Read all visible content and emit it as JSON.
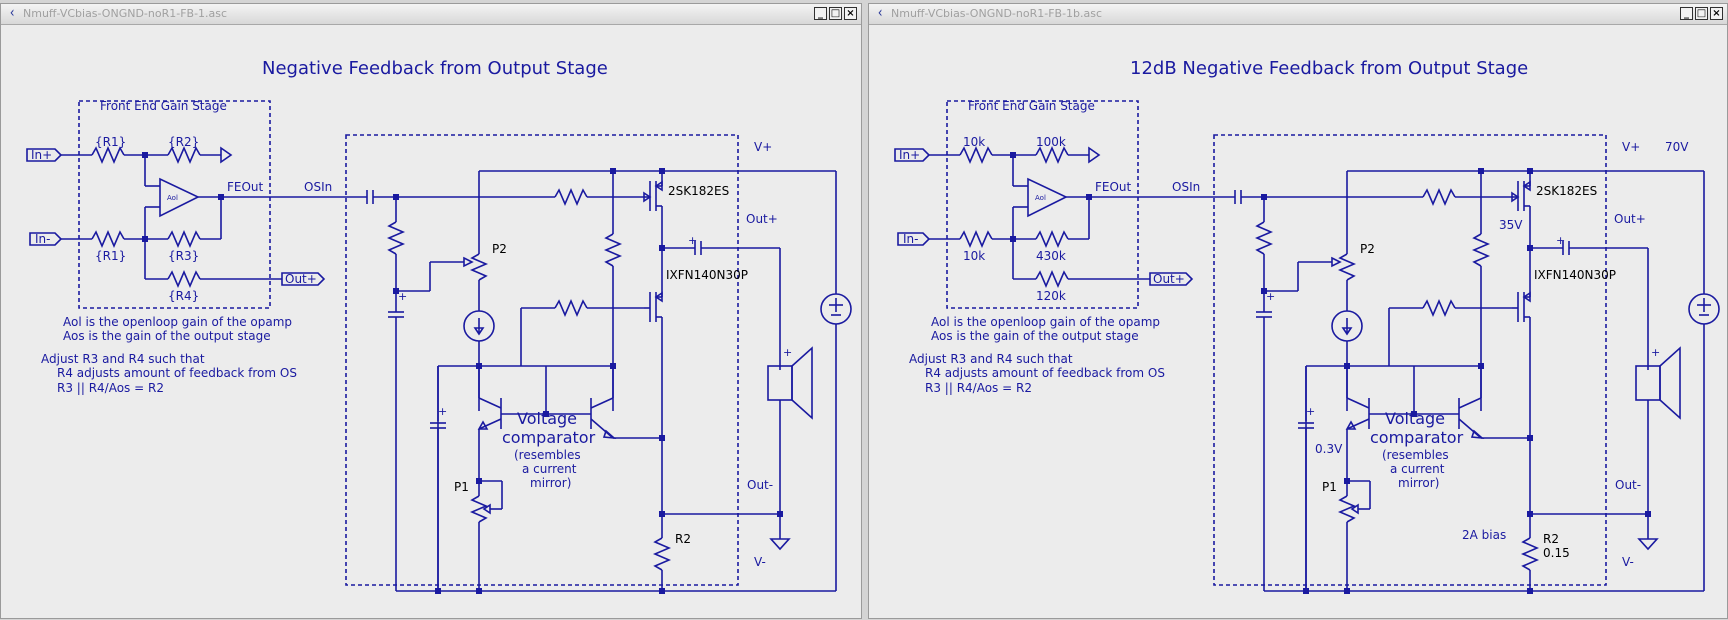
{
  "windows": [
    {
      "title": "Nmuff-VCbias-ONGND-noR1-FB-1.asc",
      "heading": "Negative Feedback from Output Stage",
      "front_end_label": "Front End Gain Stage",
      "r1_top": "{R1}",
      "r2": "{R2}",
      "r1_bottom": "{R1}",
      "r3": "{R3}",
      "r4": "{R4}",
      "in_plus": "In+",
      "in_minus": "In-",
      "opamp": "Aol",
      "feout": "FEOut",
      "osin": "OSIn",
      "out_plus_port": "Out+",
      "notes": [
        "Aol is the openloop gain of the opamp",
        "Aos is the gain of the output stage"
      ],
      "adjust": [
        "Adjust R3 and R4 such that",
        "R4 adjusts amount of feedback from OS",
        "R3 || R4/Aos  = R2"
      ],
      "v_plus": "V+",
      "v_minus": "V-",
      "v_plus_value": "",
      "mosfet_top": "2SK182ES",
      "mosfet_bottom": "IXFN140N30P",
      "out_plus": "Out+",
      "out_minus": "Out-",
      "p1": "P1",
      "p2": "P2",
      "r2_out": "R2",
      "r2_out_value": "",
      "bias_label": "",
      "node_35v": "",
      "node_03v": "",
      "comparator": [
        "Voltage",
        "comparator"
      ],
      "resembles": [
        "(resembles",
        "a current",
        "mirror)"
      ]
    },
    {
      "title": "Nmuff-VCbias-ONGND-noR1-FB-1b.asc",
      "heading": "12dB Negative Feedback from Output Stage",
      "front_end_label": "Front End Gain Stage",
      "r1_top": "10k",
      "r2": "100k",
      "r1_bottom": "10k",
      "r3": "430k",
      "r4": "120k",
      "in_plus": "In+",
      "in_minus": "In-",
      "opamp": "Aol",
      "feout": "FEOut",
      "osin": "OSIn",
      "out_plus_port": "Out+",
      "notes": [
        "Aol is the openloop gain of the opamp",
        "Aos is the gain of the output stage"
      ],
      "adjust": [
        "Adjust R3 and R4 such that",
        "R4 adjusts amount of feedback from OS",
        "R3 || R4/Aos  = R2"
      ],
      "v_plus": "V+",
      "v_minus": "V-",
      "v_plus_value": "70V",
      "mosfet_top": "2SK182ES",
      "mosfet_bottom": "IXFN140N30P",
      "out_plus": "Out+",
      "out_minus": "Out-",
      "p1": "P1",
      "p2": "P2",
      "r2_out": "R2",
      "r2_out_value": "0.15",
      "bias_label": "2A bias",
      "node_35v": "35V",
      "node_03v": "0.3V",
      "comparator": [
        "Voltage",
        "comparator"
      ],
      "resembles": [
        "(resembles",
        "a current",
        "mirror)"
      ]
    }
  ],
  "window_buttons": [
    "_",
    "□",
    "×"
  ],
  "colors": {
    "wire": "#1a1aa0",
    "background": "#ececec"
  }
}
